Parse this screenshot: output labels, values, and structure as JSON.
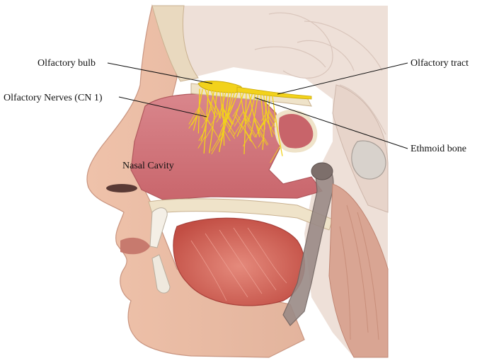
{
  "labels": {
    "olfactory_bulb": "Olfactory bulb",
    "olfactory_nerves": "Olfactory Nerves (CN 1)",
    "olfactory_tract": "Olfactory tract",
    "ethmoid_bone": "Ethmoid bone",
    "nasal_cavity": "Nasal Cavity"
  },
  "colors": {
    "nerve": "#f2d21b",
    "skin": "#e8b9a1",
    "muscle": "#d66a5c",
    "bone": "#efe3c9",
    "mucosa": "#d67f86",
    "brain": "#eedfd6"
  }
}
